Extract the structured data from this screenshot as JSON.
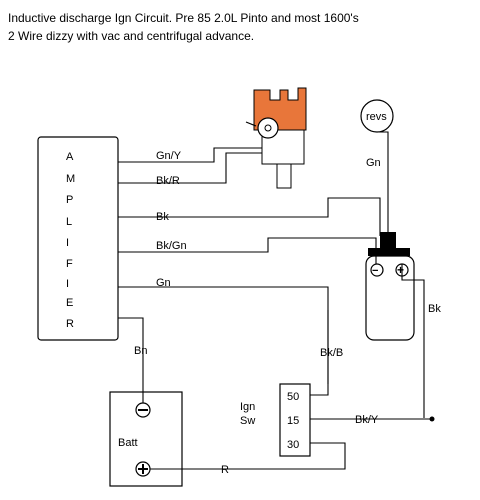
{
  "title": {
    "line1": "Inductive discharge Ign Circuit.  Pre 85 2.0L Pinto and most 1600's",
    "line2": "2 Wire dizzy with vac and centrifugal advance."
  },
  "amplifier": {
    "letters": [
      "A",
      "M",
      "P",
      "L",
      "I",
      "F",
      "I",
      "E",
      "R"
    ]
  },
  "wires": {
    "gn_y": "Gn/Y",
    "bk_r": "Bk/R",
    "bk": "Bk",
    "bk_gn": "Bk/Gn",
    "gn": "Gn",
    "bn": "Bn",
    "bk_b": "Bk/B",
    "bk_y": "Bk/Y",
    "r": "R",
    "gn_tach": "Gn",
    "bk_coil": "Bk"
  },
  "revs": {
    "label": "revs"
  },
  "battery": {
    "label": "Batt",
    "neg_symbol": "−",
    "pos_symbol": "+"
  },
  "ign_switch": {
    "label_line1": "Ign",
    "label_line2": "Sw",
    "terminals": [
      "50",
      "15",
      "30"
    ]
  },
  "colors": {
    "distributor_cap": "#e8763a",
    "line": "#000000",
    "background": "#ffffff"
  }
}
